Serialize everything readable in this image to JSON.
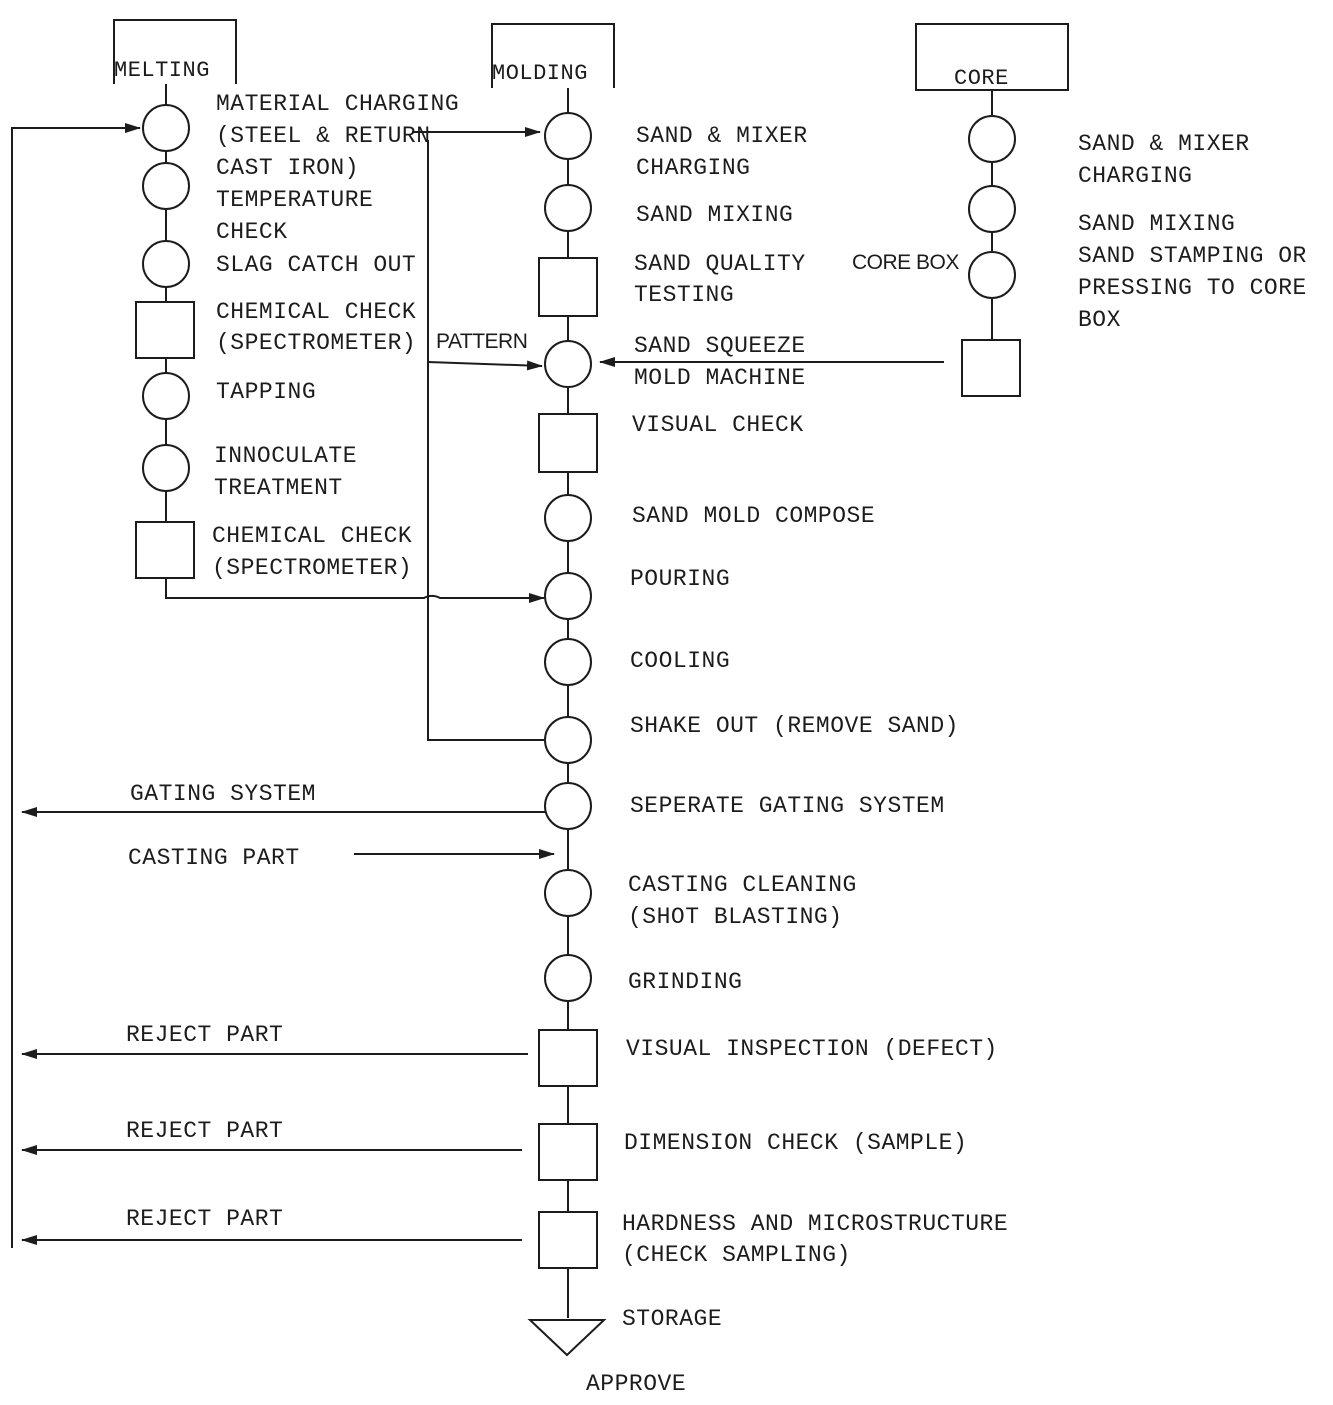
{
  "headers": {
    "melting": "MELTING",
    "molding": "MOLDING",
    "core": "CORE"
  },
  "melting": {
    "material_charging": [
      "MATERIAL CHARGING",
      "(STEEL & RETURN",
      "CAST IRON)"
    ],
    "temperature_check": [
      "TEMPERATURE",
      "CHECK"
    ],
    "slag_catch_out": "SLAG CATCH OUT",
    "chemical_check_1": [
      "CHEMICAL CHECK",
      "(SPECTROMETER)"
    ],
    "tapping": "TAPPING",
    "innoculate": [
      "INNOCULATE",
      "TREATMENT"
    ],
    "chemical_check_2": [
      "CHEMICAL CHECK",
      "(SPECTROMETER)"
    ]
  },
  "molding": {
    "sand_mixer_charging": [
      "SAND & MIXER",
      "CHARGING"
    ],
    "sand_mixing": "SAND MIXING",
    "sand_quality": [
      "SAND QUALITY",
      "TESTING"
    ],
    "pattern": "PATTERN",
    "sand_squeeze": [
      "SAND SQUEEZE",
      "MOLD MACHINE"
    ],
    "visual_check": "VISUAL CHECK",
    "sand_mold_compose": "SAND MOLD COMPOSE",
    "pouring": "POURING",
    "cooling": "COOLING",
    "shake_out": "SHAKE OUT (REMOVE SAND)",
    "separate_gating": "SEPERATE GATING SYSTEM",
    "gating_system": "GATING SYSTEM",
    "casting_part": "CASTING PART",
    "casting_cleaning": [
      "CASTING CLEANING",
      "(SHOT BLASTING)"
    ],
    "grinding": "GRINDING",
    "reject_part_1": "REJECT PART",
    "visual_inspection": "VISUAL INSPECTION (DEFECT)",
    "reject_part_2": "REJECT PART",
    "dimension_check": "DIMENSION CHECK (SAMPLE)",
    "reject_part_3": "REJECT PART",
    "hardness": [
      "HARDNESS AND MICROSTRUCTURE",
      "(CHECK SAMPLING)"
    ],
    "storage": "STORAGE",
    "approve": "APPROVE"
  },
  "core": {
    "sand_mixer_charging": [
      "SAND & MIXER",
      "CHARGING"
    ],
    "sand_mixing": "SAND MIXING",
    "stamping": [
      "SAND STAMPING OR",
      "PRESSING TO CORE",
      "BOX"
    ],
    "core_box": "CORE BOX"
  }
}
